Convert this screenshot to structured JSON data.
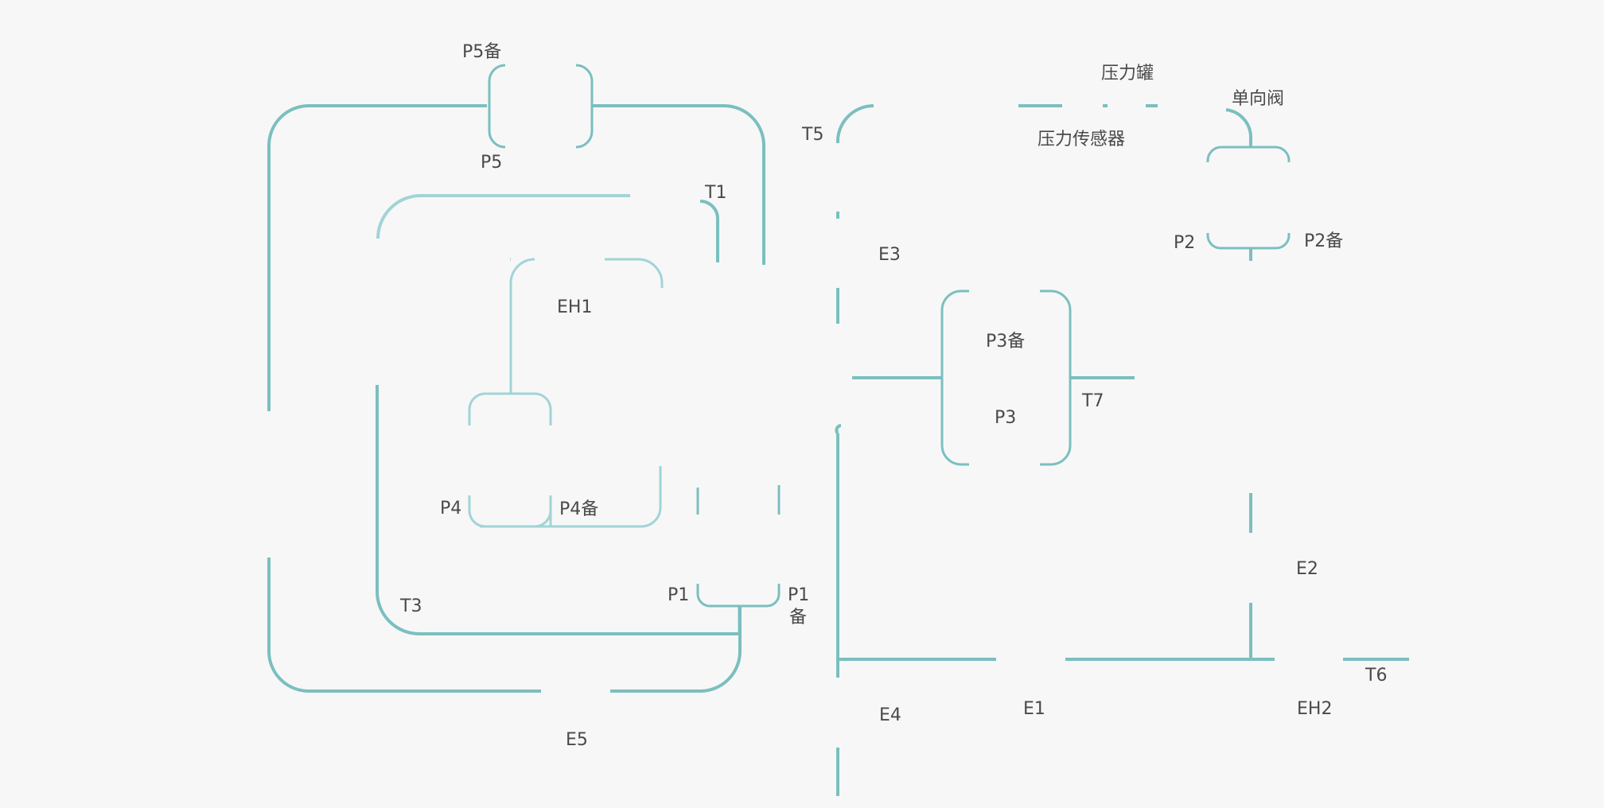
{
  "diagram": {
    "colors": {
      "background": "#f7f7f7",
      "pipe": "#7bbfbf",
      "pipe_light": "#9fd2d4",
      "label": "#4a4a4a"
    },
    "labels": {
      "p5_backup": "P5备",
      "p5": "P5",
      "t1": "T1",
      "t5": "T5",
      "eh1": "EH1",
      "e3": "E3",
      "pressure_tank": "压力罐",
      "pressure_sensor": "压力传感器",
      "check_valve": "单向阀",
      "p2": "P2",
      "p2_backup": "P2备",
      "p3_backup": "P3备",
      "p3": "P3",
      "t7": "T7",
      "p4": "P4",
      "p4_backup": "P4备",
      "p1": "P1",
      "p1_backup_line1": "P1",
      "p1_backup_line2": "备",
      "t3": "T3",
      "e2": "E2",
      "e5": "E5",
      "e4": "E4",
      "e1": "E1",
      "eh2": "EH2",
      "t6": "T6"
    }
  }
}
